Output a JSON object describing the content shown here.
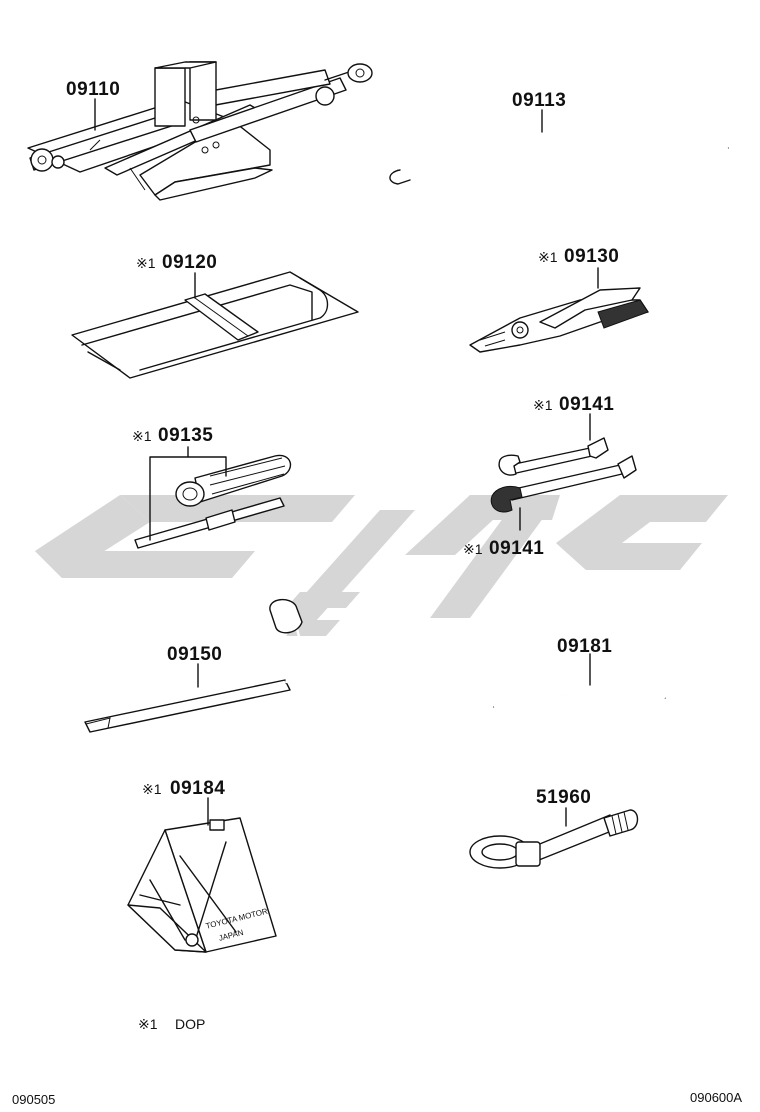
{
  "parts": [
    {
      "id": "jack",
      "label": "09110",
      "dop": false
    },
    {
      "id": "jack-handle",
      "label": "09113",
      "dop": false
    },
    {
      "id": "tool-bag",
      "label": "09120",
      "dop": true
    },
    {
      "id": "pliers",
      "label": "09130",
      "dop": true
    },
    {
      "id": "screwdriver",
      "label": "09135",
      "dop": true
    },
    {
      "id": "wrench-upper",
      "label": "09141",
      "dop": true
    },
    {
      "id": "wrench-lower",
      "label": "09141",
      "dop": true
    },
    {
      "id": "lug-wrench",
      "label": "09150",
      "dop": false
    },
    {
      "id": "hex-key",
      "label": "09181",
      "dop": false
    },
    {
      "id": "wheel-chock",
      "label": "09184",
      "dop": true
    },
    {
      "id": "towing-eye",
      "label": "51960",
      "dop": false
    }
  ],
  "dop_mark": "※1",
  "legend": {
    "mark": "※1",
    "text": "DOP"
  },
  "chock_text": {
    "line1": "TOYOTA MOTOR",
    "line2": "JAPAN"
  },
  "footer": {
    "left": "090505",
    "right": "090600A"
  },
  "colors": {
    "line": "#111111",
    "watermark": "#d6d6d6"
  }
}
